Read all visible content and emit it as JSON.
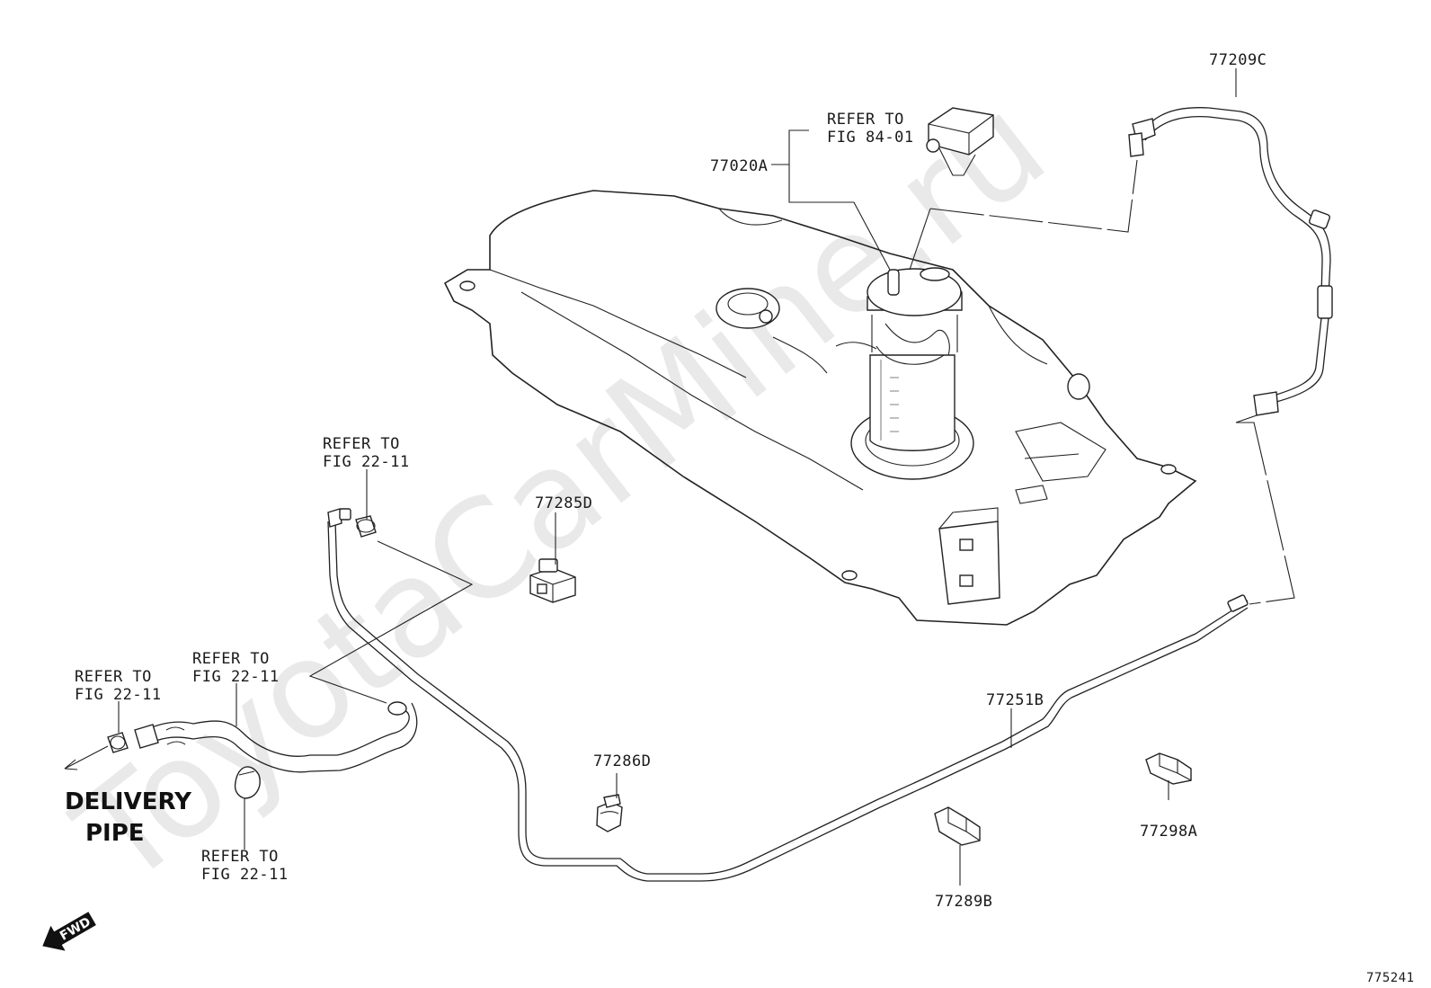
{
  "watermark": "ToyotaCarMine.ru",
  "figure_number": "775241",
  "fwd_label": "FWD",
  "delivery_pipe": {
    "line1": "DELIVERY",
    "line2": "PIPE"
  },
  "parts": {
    "p77209C": "77209C",
    "p77020A": "77020A",
    "p77285D": "77285D",
    "p77286D": "77286D",
    "p77251B": "77251B",
    "p77298A": "77298A",
    "p77289B": "77289B"
  },
  "references": {
    "fig84": {
      "line1": "REFER TO",
      "line2": "FIG 84-01"
    },
    "fig22_top": {
      "line1": "REFER TO",
      "line2": "FIG 22-11"
    },
    "fig22_left": {
      "line1": "REFER TO",
      "line2": "FIG 22-11"
    },
    "fig22_mid": {
      "line1": "REFER TO",
      "line2": "FIG 22-11"
    },
    "fig22_bottom": {
      "line1": "REFER TO",
      "line2": "FIG 22-11"
    }
  }
}
